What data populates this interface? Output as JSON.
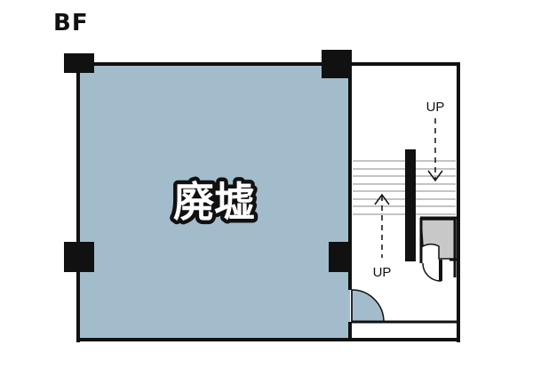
{
  "floor_label": "BF",
  "room": {
    "label": "廃墟",
    "fill_color": "#a3bccb"
  },
  "stairs": {
    "upper_up_label": "UP",
    "lower_up_label": "UP"
  },
  "colors": {
    "wall": "#111111",
    "utility_fill": "#c8c8c8",
    "background": "#ffffff"
  }
}
